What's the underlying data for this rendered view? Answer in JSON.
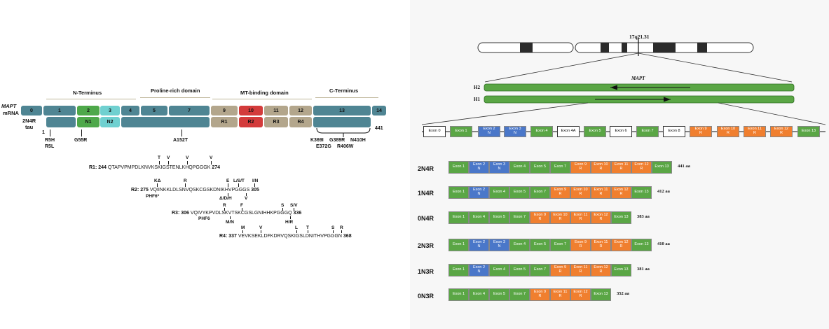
{
  "left": {
    "domains": [
      "N-Terminus",
      "Proline-rich domain",
      "MT-binding domain",
      "C-Terminus"
    ],
    "mapt_label": "MAPT",
    "mrna_label": "mRNA",
    "tau_label_1": "2N4R",
    "tau_label_2": "tau",
    "start": "1",
    "end": "441",
    "mrna_exons": [
      "0",
      "1",
      "2",
      "3",
      "4",
      "5",
      "7",
      "9",
      "10",
      "11",
      "12",
      "13",
      "14"
    ],
    "protein_segments": [
      "N1",
      "N2",
      "R1",
      "R2",
      "R3",
      "R4"
    ],
    "mutations_r5": "R5H",
    "mutations_r5l": "R5L",
    "mutation_g55r": "G55R",
    "mutation_a152t": "A152T",
    "mutations_ct_1a": "K369I",
    "mutations_ct_1b": "G389R",
    "mutations_ct_1c": "N410H",
    "mutations_ct_2a": "E372G",
    "mutations_ct_2b": "R406W",
    "repeats": {
      "r1": {
        "label": "R1:",
        "start": "244",
        "seq": "QTAPVPMPDLKNVKSKIGSTENLKHQPGGGK",
        "end": "274"
      },
      "r2": {
        "label": "R2:",
        "start": "275",
        "seq": "VQIINKKLDLSNVQSKCGSKDNIKHVPGGGS",
        "end": "305",
        "phf": "PHF6*"
      },
      "r3": {
        "label": "R3:",
        "start": "306",
        "seq": "VQIVYKPVDLSKVTSKCGSLGNIHHKPGGGQ",
        "end": "336",
        "phf": "PHF6"
      },
      "r4": {
        "label": "R4:",
        "start": "337",
        "seq": "VEVKSEKLDFKDRVQSKIGSLDNITHVPGGGN",
        "end": "368"
      }
    },
    "ann_r1": [
      "T",
      "V",
      "V",
      "V"
    ],
    "ann_r2_top": [
      "KΔ",
      "R",
      "E",
      "L/S/T",
      "I/N"
    ],
    "ann_r2_bot": [
      "Δ/D/H",
      "V"
    ],
    "ann_r3_top": [
      "R",
      "F",
      "S",
      "S/V"
    ],
    "ann_r3_bot": [
      "M/N",
      "H/R"
    ],
    "ann_r4_top": [
      "M",
      "V",
      "L",
      "T",
      "S",
      "R"
    ]
  },
  "right": {
    "band": "17q21.31",
    "gene": "MAPT",
    "h2": "H2",
    "h1": "H1",
    "gene_exons": [
      {
        "name": "Exon 0",
        "sub": "",
        "color": "white"
      },
      {
        "name": "Exon 1",
        "sub": "",
        "color": "green"
      },
      {
        "name": "Exon 2",
        "sub": "N",
        "color": "blue"
      },
      {
        "name": "Exon 3",
        "sub": "N",
        "color": "blue"
      },
      {
        "name": "Exon 4",
        "sub": "",
        "color": "green"
      },
      {
        "name": "Exon 4A",
        "sub": "",
        "color": "white"
      },
      {
        "name": "Exon 5",
        "sub": "",
        "color": "green"
      },
      {
        "name": "Exon 6",
        "sub": "",
        "color": "white"
      },
      {
        "name": "Exon 7",
        "sub": "",
        "color": "green"
      },
      {
        "name": "Exon 8",
        "sub": "",
        "color": "white"
      },
      {
        "name": "Exon 9",
        "sub": "R",
        "color": "orange"
      },
      {
        "name": "Exon 10",
        "sub": "R",
        "color": "orange"
      },
      {
        "name": "Exon 11",
        "sub": "R",
        "color": "orange"
      },
      {
        "name": "Exon 12",
        "sub": "R",
        "color": "orange"
      },
      {
        "name": "Exon 13",
        "sub": "",
        "color": "green"
      }
    ],
    "isoforms": [
      {
        "name": "2N4R",
        "aa": "441 aa",
        "exons": [
          [
            "Exon 1",
            "",
            "green"
          ],
          [
            "Exon 2",
            "N",
            "blue"
          ],
          [
            "Exon 3",
            "N",
            "blue"
          ],
          [
            "Exon 4",
            "",
            "green"
          ],
          [
            "Exon 5",
            "",
            "green"
          ],
          [
            "Exon 7",
            "",
            "green"
          ],
          [
            "Exon 9",
            "R",
            "orange"
          ],
          [
            "Exon 10",
            "R",
            "orange"
          ],
          [
            "Exon 11",
            "R",
            "orange"
          ],
          [
            "Exon 12",
            "R",
            "orange"
          ],
          [
            "Exon 13",
            "",
            "green"
          ]
        ]
      },
      {
        "name": "1N4R",
        "aa": "412 aa",
        "exons": [
          [
            "Exon 1",
            "",
            "green"
          ],
          [
            "Exon 2",
            "N",
            "blue"
          ],
          [
            "Exon 4",
            "",
            "green"
          ],
          [
            "Exon 5",
            "",
            "green"
          ],
          [
            "Exon 7",
            "",
            "green"
          ],
          [
            "Exon 9",
            "R",
            "orange"
          ],
          [
            "Exon 10",
            "R",
            "orange"
          ],
          [
            "Exon 11",
            "R",
            "orange"
          ],
          [
            "Exon 12",
            "R",
            "orange"
          ],
          [
            "Exon 13",
            "",
            "green"
          ]
        ]
      },
      {
        "name": "0N4R",
        "aa": "383 aa",
        "exons": [
          [
            "Exon 1",
            "",
            "green"
          ],
          [
            "Exon 4",
            "",
            "green"
          ],
          [
            "Exon 5",
            "",
            "green"
          ],
          [
            "Exon 7",
            "",
            "green"
          ],
          [
            "Exon 9",
            "R",
            "orange"
          ],
          [
            "Exon 10",
            "R",
            "orange"
          ],
          [
            "Exon 11",
            "R",
            "orange"
          ],
          [
            "Exon 12",
            "R",
            "orange"
          ],
          [
            "Exon 13",
            "",
            "green"
          ]
        ]
      },
      {
        "name": "2N3R",
        "aa": "410 aa",
        "exons": [
          [
            "Exon 1",
            "",
            "green"
          ],
          [
            "Exon 2",
            "N",
            "blue"
          ],
          [
            "Exon 3",
            "N",
            "blue"
          ],
          [
            "Exon 4",
            "",
            "green"
          ],
          [
            "Exon 5",
            "",
            "green"
          ],
          [
            "Exon 7",
            "",
            "green"
          ],
          [
            "Exon 9",
            "R",
            "orange"
          ],
          [
            "Exon 11",
            "R",
            "orange"
          ],
          [
            "Exon 12",
            "R",
            "orange"
          ],
          [
            "Exon 13",
            "",
            "green"
          ]
        ]
      },
      {
        "name": "1N3R",
        "aa": "381 aa",
        "exons": [
          [
            "Exon 1",
            "",
            "green"
          ],
          [
            "Exon 2",
            "N",
            "blue"
          ],
          [
            "Exon 4",
            "",
            "green"
          ],
          [
            "Exon 5",
            "",
            "green"
          ],
          [
            "Exon 7",
            "",
            "green"
          ],
          [
            "Exon 9",
            "R",
            "orange"
          ],
          [
            "Exon 11",
            "R",
            "orange"
          ],
          [
            "Exon 12",
            "R",
            "orange"
          ],
          [
            "Exon 13",
            "",
            "green"
          ]
        ]
      },
      {
        "name": "0N3R",
        "aa": "352 aa",
        "exons": [
          [
            "Exon 1",
            "",
            "green"
          ],
          [
            "Exon 4",
            "",
            "green"
          ],
          [
            "Exon 5",
            "",
            "green"
          ],
          [
            "Exon 7",
            "",
            "green"
          ],
          [
            "Exon 9",
            "R",
            "orange"
          ],
          [
            "Exon 11",
            "R",
            "orange"
          ],
          [
            "Exon 12",
            "R",
            "orange"
          ],
          [
            "Exon 13",
            "",
            "green"
          ]
        ]
      }
    ]
  },
  "colors": {
    "teal": "#4f8593",
    "green": "#4ea84a",
    "cyan": "#6fd0d0",
    "tan": "#b3a68c",
    "red": "#d33b3b",
    "exon_green": "#5aa645",
    "exon_blue": "#4a77c9",
    "exon_orange": "#f07f2f"
  }
}
